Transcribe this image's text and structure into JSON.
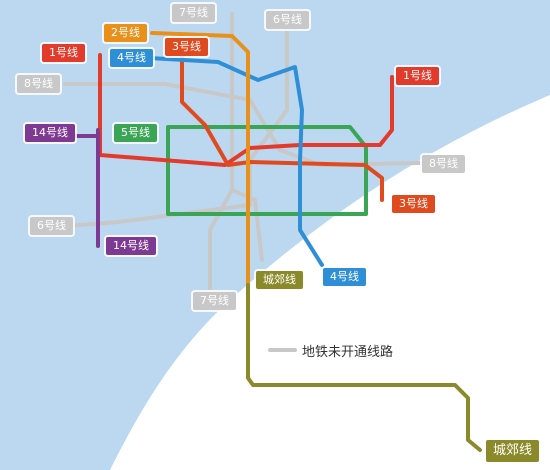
{
  "colors": {
    "water": "#bcd8f0",
    "land": "#ffffff",
    "unopened": "#c8c8c8",
    "line1": "#e23b2c",
    "line2": "#e8901a",
    "line3": "#e04a1f",
    "line4": "#2e8fd6",
    "line5": "#3aa655",
    "line6": "#c8c8c8",
    "line7": "#c8c8c8",
    "line8": "#c8c8c8",
    "line14": "#7e3a92",
    "suburban": "#8a8a2a"
  },
  "labels": {
    "line1_west": "1号线",
    "line1_east": "1号线",
    "line2": "2号线",
    "line3_north": "3号线",
    "line3_south": "3号线",
    "line4_north": "4号线",
    "line4_south": "4号线",
    "line5": "5号线",
    "line6_north": "6号线",
    "line6_south": "6号线",
    "line7_north": "7号线",
    "line7_south": "7号线",
    "line8_west": "8号线",
    "line8_east": "8号线",
    "line14_north": "14号线",
    "line14_south": "14号线",
    "suburban_mid": "城郊线",
    "suburban_end": "城郊线"
  },
  "legend": {
    "text": "地铁未开通线路"
  }
}
